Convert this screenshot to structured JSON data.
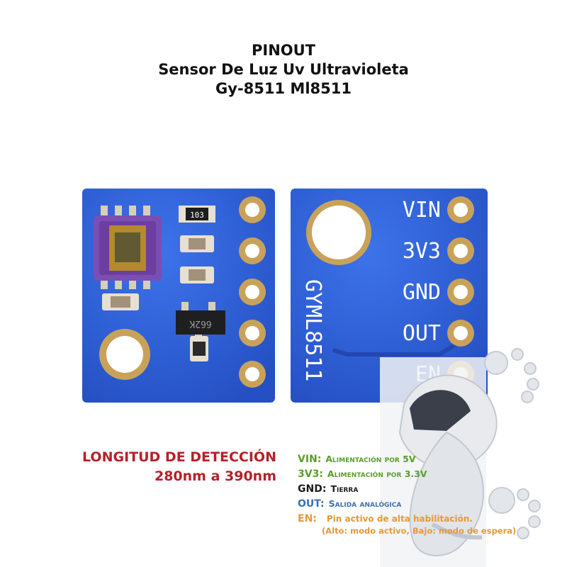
{
  "title": {
    "line1": "PINOUT",
    "line2": "Sensor De Luz Uv Ultravioleta",
    "line3": "Gy-8511 Ml8511"
  },
  "board_left": {
    "resistor_code": "103",
    "ic_code": "662K"
  },
  "board_right": {
    "silkscreen": "GYML8511",
    "pins": [
      "VIN",
      "3V3",
      "GND",
      "OUT",
      "EN"
    ]
  },
  "detection": {
    "label": "LONGITUD DE DETECCIÓN",
    "range": "280nm a 390nm"
  },
  "legend": {
    "vin": {
      "key": "VIN:",
      "value": "Alimentación por 5V"
    },
    "v33": {
      "key": "3V3:",
      "value": "Alimentación por 3.3V"
    },
    "gnd": {
      "key": "GND:",
      "value": "Tierra"
    },
    "out": {
      "key": "OUT:",
      "value": "Salida analógica"
    },
    "en": {
      "key": "EN:",
      "value": "Pin activo de alta habilitación.",
      "note": "(Alto: modo activo, Bajo: modo de espera)"
    }
  },
  "colors": {
    "pcb_blue": "#2f5fd6",
    "pad_gold": "#c9a25a",
    "detect_red": "#b5212b",
    "vin_green": "#5a9e2a",
    "out_blue": "#3c6fb5",
    "en_orange": "#e39a3a"
  }
}
